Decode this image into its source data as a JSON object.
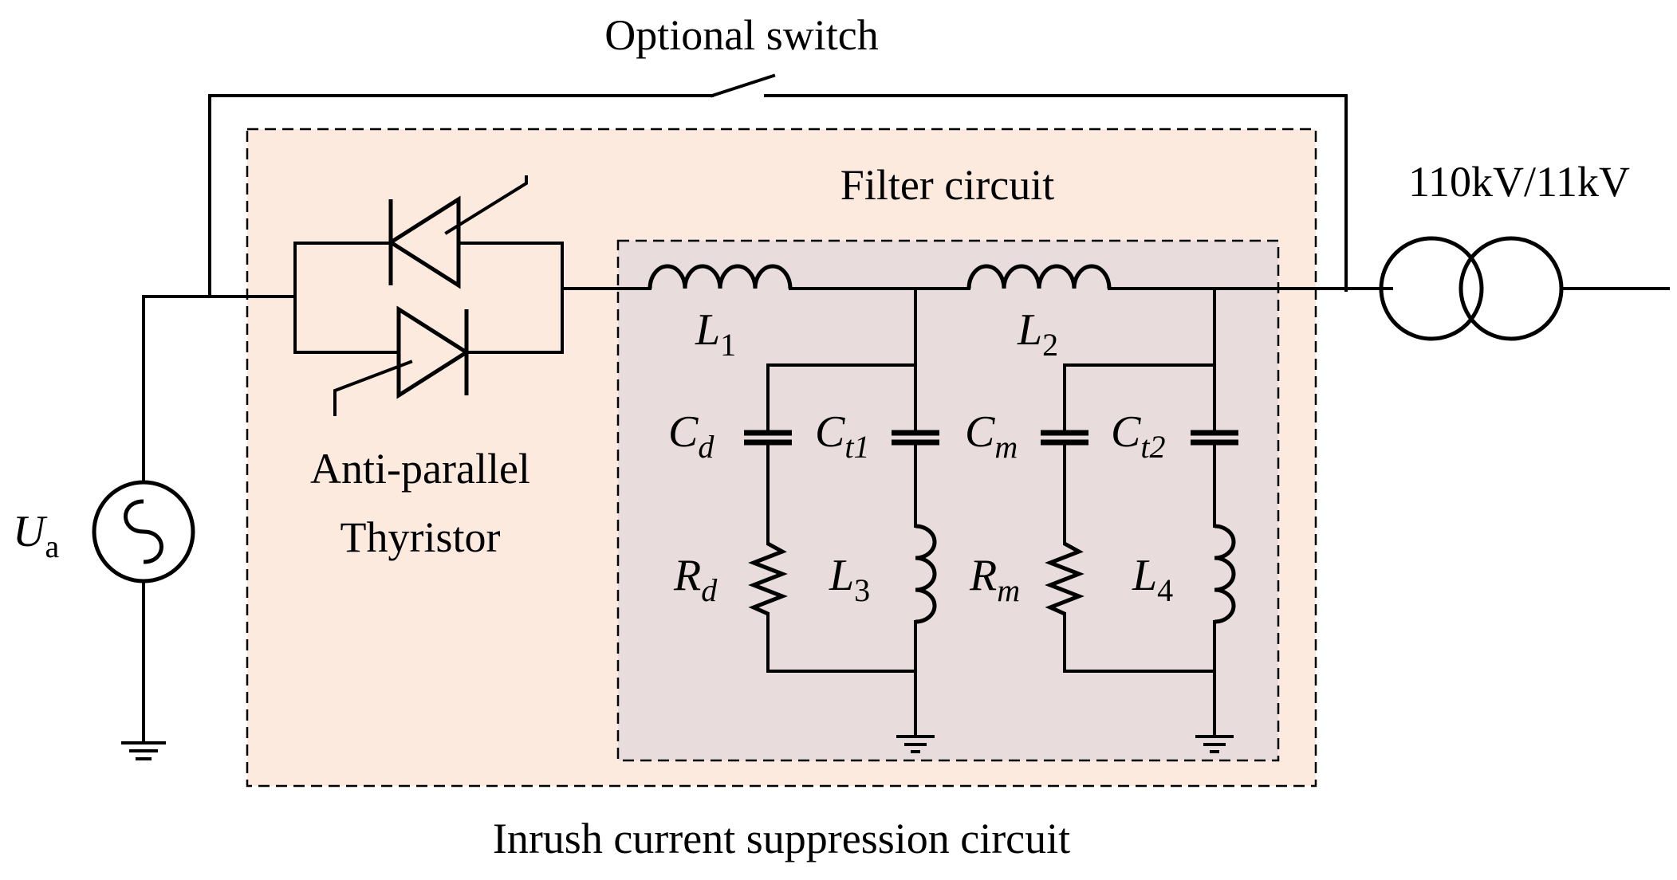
{
  "labels": {
    "optional_switch": "Optional switch",
    "filter_circuit": "Filter circuit",
    "transformer": "110kV/11kV",
    "thyristor_line1": "Anti-parallel",
    "thyristor_line2": "Thyristor",
    "inrush": "Inrush current suppression circuit"
  },
  "components": {
    "source": {
      "main": "U",
      "sub": "a"
    },
    "L1": {
      "main": "L",
      "sub": "1"
    },
    "L2": {
      "main": "L",
      "sub": "2"
    },
    "L3": {
      "main": "L",
      "sub": "3"
    },
    "L4": {
      "main": "L",
      "sub": "4"
    },
    "Cd": {
      "main": "C",
      "sub": "d"
    },
    "Ct1": {
      "main": "C",
      "sub": "t1"
    },
    "Cm": {
      "main": "C",
      "sub": "m"
    },
    "Ct2": {
      "main": "C",
      "sub": "t2"
    },
    "Rd": {
      "main": "R",
      "sub": "d"
    },
    "Rm": {
      "main": "R",
      "sub": "m"
    }
  },
  "colors": {
    "outer_box_fill": "#fbeadd",
    "filter_box_fill": "#e8dcdc",
    "wire": "#000000"
  }
}
